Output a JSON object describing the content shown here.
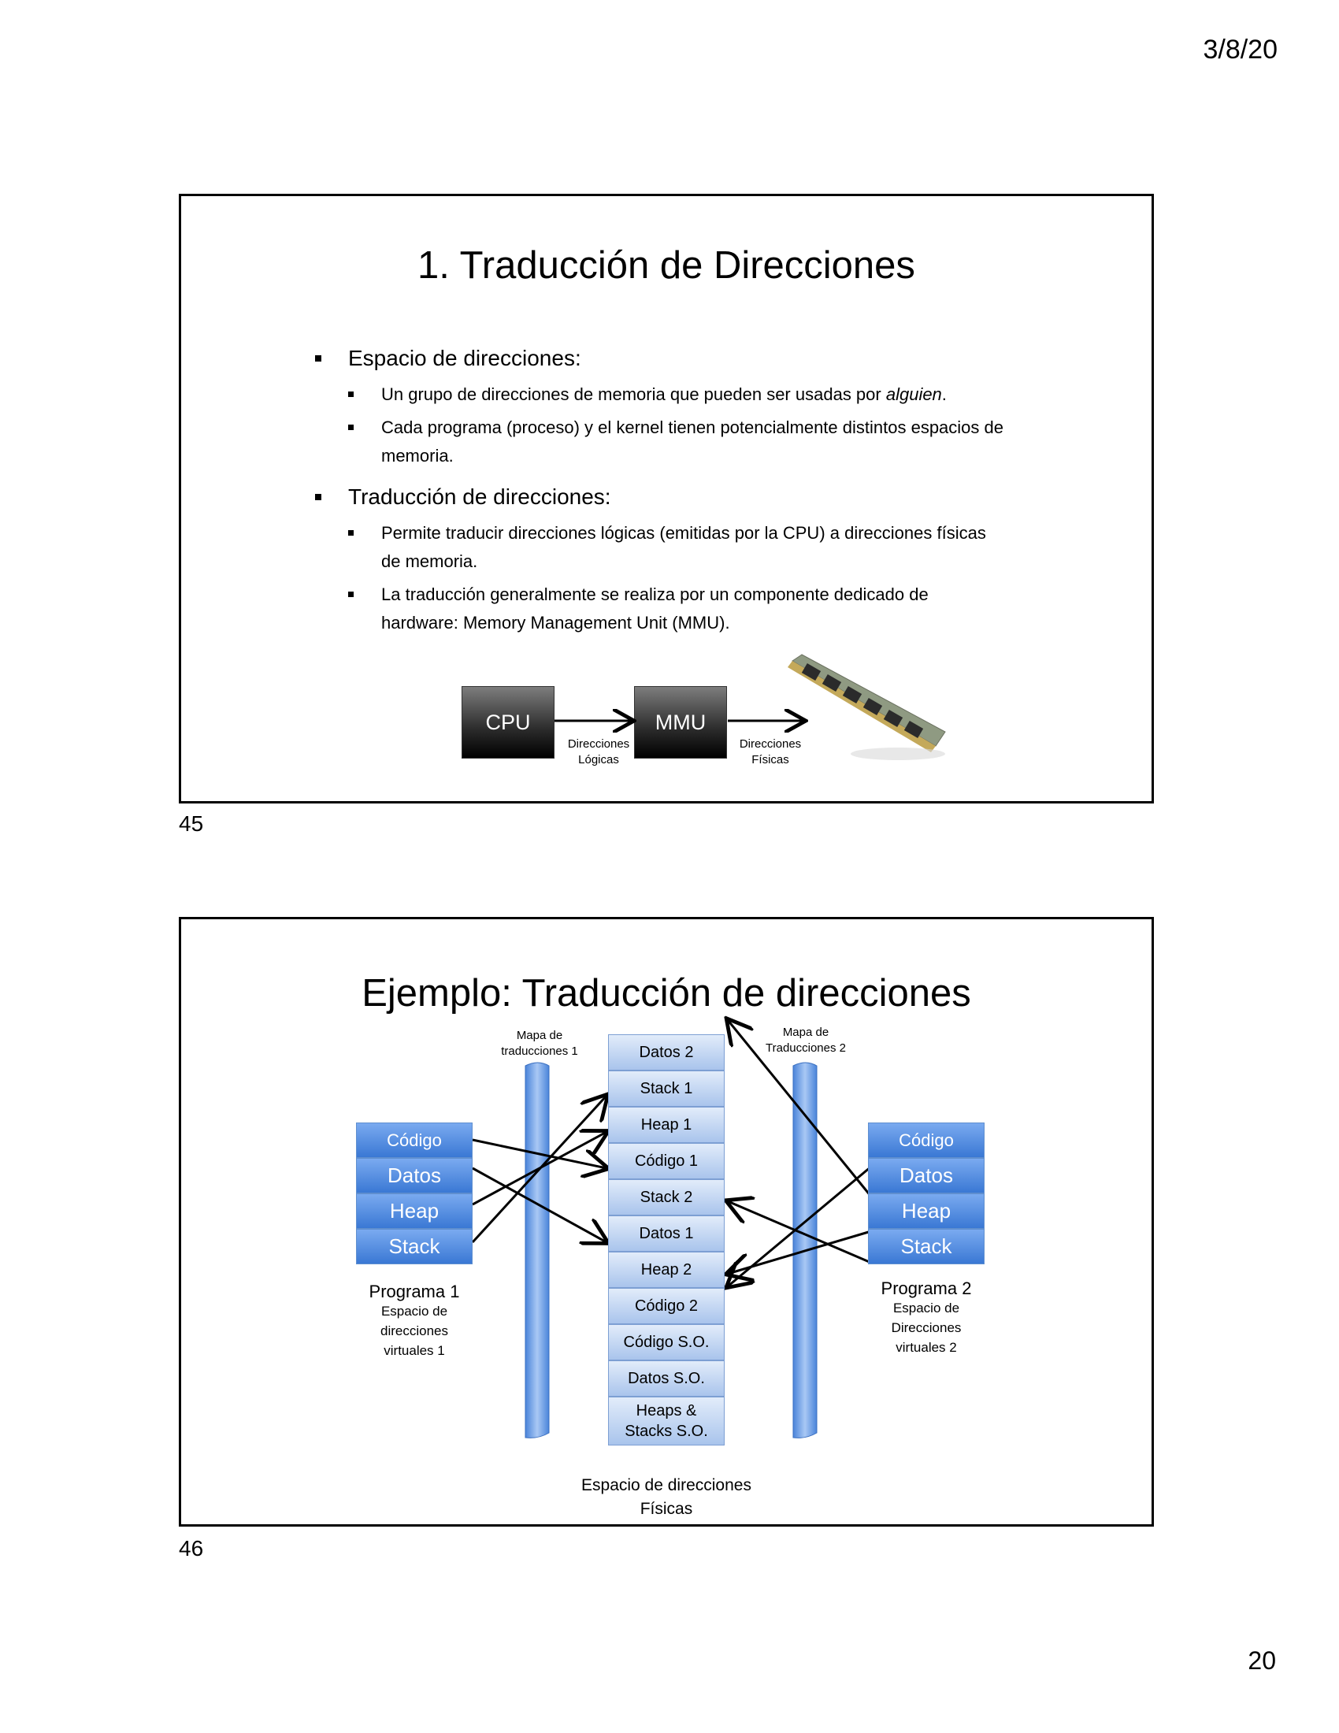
{
  "header": {
    "date": "3/8/20"
  },
  "footer": {
    "page_number": "20"
  },
  "slide45": {
    "number": "45",
    "title": "1. Traducción de Direcciones",
    "bullets": [
      {
        "text": "Espacio de direcciones:",
        "sub": [
          {
            "before": "Un grupo de direcciones de memoria que pueden ser usadas por ",
            "emph": "alguien",
            "after": "."
          },
          {
            "text": "Cada programa (proceso) y el kernel tienen potencialmente distintos espacios de memoria."
          }
        ]
      },
      {
        "text": "Traducción de direcciones:",
        "sub": [
          {
            "text": "Permite traducir direcciones lógicas (emitidas por la CPU) a direcciones físicas de memoria."
          },
          {
            "text": "La traducción generalmente se realiza por un componente dedicado de hardware: Memory Management Unit (MMU)."
          }
        ]
      }
    ],
    "diagram": {
      "cpu": "CPU",
      "mmu": "MMU",
      "logical_l1": "Direcciones",
      "logical_l2": "Lógicas",
      "physical_l1": "Direcciones",
      "physical_l2": "Físicas"
    }
  },
  "slide46": {
    "number": "46",
    "title": "Ejemplo: Traducción de direcciones",
    "map1_l1": "Mapa de",
    "map1_l2": "traducciones 1",
    "map2_l1": "Mapa de",
    "map2_l2": "Traducciones 2",
    "program1": {
      "blocks": [
        "Código",
        "Datos",
        "Heap",
        "Stack"
      ],
      "name": "Programa 1",
      "desc_l1": "Espacio de",
      "desc_l2": "direcciones",
      "desc_l3": "virtuales 1"
    },
    "program2": {
      "blocks": [
        "Código",
        "Datos",
        "Heap",
        "Stack"
      ],
      "name": "Programa 2",
      "desc_l1": "Espacio de",
      "desc_l2": "Direcciones",
      "desc_l3": "virtuales 2"
    },
    "physical": [
      "Datos 2",
      "Stack 1",
      "Heap 1",
      "Código 1",
      "Stack 2",
      "Datos 1",
      "Heap 2",
      "Código 2",
      "Código S.O.",
      "Datos S.O.",
      "Heaps &",
      "Stacks S.O."
    ],
    "physical_caption_l1": "Espacio de direcciones",
    "physical_caption_l2": "Físicas"
  }
}
